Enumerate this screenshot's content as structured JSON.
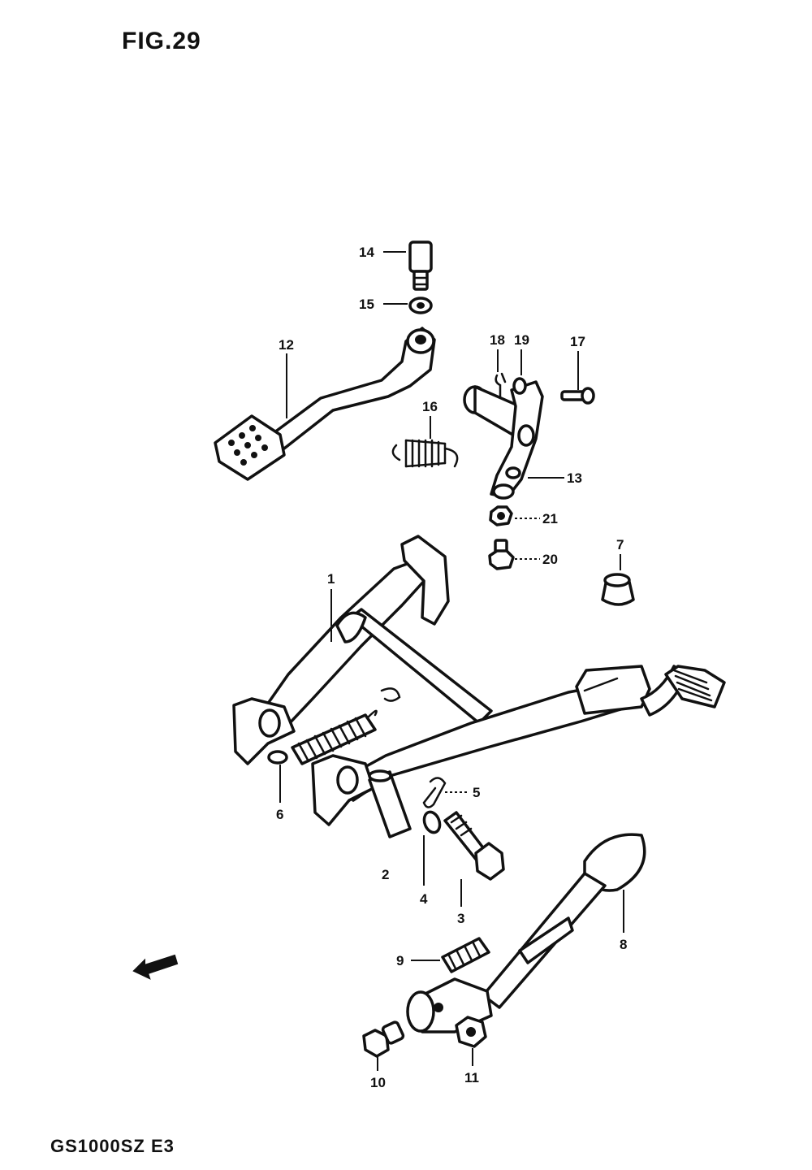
{
  "figure": {
    "title": "FIG.29",
    "model_code": "GS1000SZ E3"
  },
  "callouts": {
    "c1": "1",
    "c2": "2",
    "c3": "3",
    "c4": "4",
    "c5": "5",
    "c6": "6",
    "c7": "7",
    "c8": "8",
    "c9": "9",
    "c10": "10",
    "c11": "11",
    "c12": "12",
    "c13": "13",
    "c14": "14",
    "c15": "15",
    "c16": "16",
    "c17": "17",
    "c18": "18",
    "c19": "19",
    "c20": "20",
    "c21": "21"
  },
  "colors": {
    "ink": "#111111",
    "paper": "#ffffff"
  },
  "icons": {
    "front_arrow": "front-direction-arrow-icon"
  }
}
